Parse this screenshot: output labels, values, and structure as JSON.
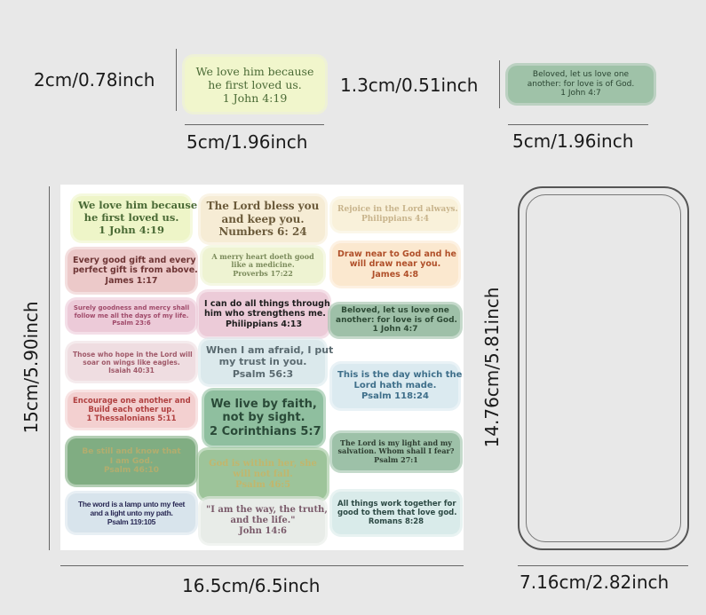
{
  "dimensions": {
    "small_sticker_1_height": "2cm/0.78inch",
    "small_sticker_1_width": "5cm/1.96inch",
    "small_sticker_2_height": "1.3cm/0.51inch",
    "small_sticker_2_width": "5cm/1.96inch",
    "sheet_height": "15cm/5.90inch",
    "sheet_width": "16.5cm/6.5inch",
    "phone_height": "14.76cm/5.81inch",
    "phone_width": "7.16cm/2.82inch"
  },
  "sample_stickers": [
    {
      "lines": [
        "We love him because",
        "he first loved us.",
        "1 John 4:19"
      ],
      "bg": "#f1f6cc",
      "fg": "#4a6a35"
    },
    {
      "lines": [
        "Beloved, let us love one",
        "another: for love is of God.",
        "1 John 4:7"
      ],
      "bg": "#9fc2a8",
      "fg": "#2a4532"
    }
  ],
  "stickers": [
    {
      "lines": [
        "We love him because",
        "he first loved us.",
        "1 John 4:19"
      ],
      "bg": "#eef5c8",
      "fg": "#4a6a35"
    },
    {
      "lines": [
        "The Lord bless you",
        "and keep you.",
        "Numbers 6: 24"
      ],
      "bg": "#f6ecd5",
      "fg": "#6b5a3a"
    },
    {
      "lines": [
        "Rejoice in the Lord always.",
        "Philippians 4:4"
      ],
      "bg": "#f9f1da",
      "fg": "#c8b48c"
    },
    {
      "lines": [
        "Every good gift and every",
        "perfect gift is from above.",
        "James 1:17"
      ],
      "bg": "#ecc9c9",
      "fg": "#6e3535"
    },
    {
      "lines": [
        "A merry heart doeth good",
        "like a medicine.",
        "Proverbs 17:22"
      ],
      "bg": "#eef3d2",
      "fg": "#7a8a5a"
    },
    {
      "lines": [
        "Draw near to God and he",
        "will draw near you.",
        "James 4:8"
      ],
      "bg": "#fbe8cf",
      "fg": "#b0502a"
    },
    {
      "lines": [
        "Surely goodness and mercy shall",
        "follow me all the days of my life.",
        "Psalm 23:6"
      ],
      "bg": "#eccad8",
      "fg": "#a04a6a"
    },
    {
      "lines": [
        "I can do all things through",
        "him who strengthens me.",
        "Philippians 4:13"
      ],
      "bg": "#eccbd8",
      "fg": "#1e1e1e"
    },
    {
      "lines": [
        "Beloved, let us love one",
        "another: for love is of God.",
        "1 John 4:7"
      ],
      "bg": "#9ec0a8",
      "fg": "#2d4a35"
    },
    {
      "lines": [
        "Those who hope in the Lord will",
        "soar on wings like eagles.",
        "Isaiah 40:31"
      ],
      "bg": "#efdde1",
      "fg": "#a05a6a"
    },
    {
      "lines": [
        "When I am afraid, I put",
        "my trust in you.",
        "Psalm 56:3"
      ],
      "bg": "#dbe9ec",
      "fg": "#5a6a70"
    },
    {
      "lines": [
        "This is the day which the",
        "Lord hath made.",
        "Psalm 118:24"
      ],
      "bg": "#dbeaf0",
      "fg": "#3f6f8a"
    },
    {
      "lines": [
        "Encourage one another and",
        "Build each other up.",
        "1 Thessalonians 5:11"
      ],
      "bg": "#f3d0d0",
      "fg": "#b04040"
    },
    {
      "lines": [
        "We live by faith,",
        "not by sight.",
        "2 Corinthians 5:7"
      ],
      "bg": "#8fbf9f",
      "fg": "#2a4a38"
    },
    {
      "lines": [
        "Be still and know that",
        "I am God.",
        "Psalm 46:10"
      ],
      "bg": "#80ad82",
      "fg": "#b2ad6e"
    },
    {
      "lines": [
        "God is within her, she",
        "will not fall.",
        "Psalm 46:5"
      ],
      "bg": "#9dc49a",
      "fg": "#c2b66c"
    },
    {
      "lines": [
        "The Lord is my light and my",
        "salvation. Whom shall I fear?",
        "Psalm 27:1"
      ],
      "bg": "#9dc1a8",
      "fg": "#2d3d30"
    },
    {
      "lines": [
        "The word is a lamp unto my feet",
        "and a light unto my path.",
        "Psalm 119:105"
      ],
      "bg": "#d8e4ec",
      "fg": "#2a2a55"
    },
    {
      "lines": [
        "\"I am the way, the truth,",
        "and the life.\"",
        "John 14:6"
      ],
      "bg": "#e8ece8",
      "fg": "#7a5a6a"
    },
    {
      "lines": [
        "All things work together for",
        "good to them that love god.",
        "Romans 8:28"
      ],
      "bg": "#d9ebea",
      "fg": "#2d4a45"
    }
  ]
}
